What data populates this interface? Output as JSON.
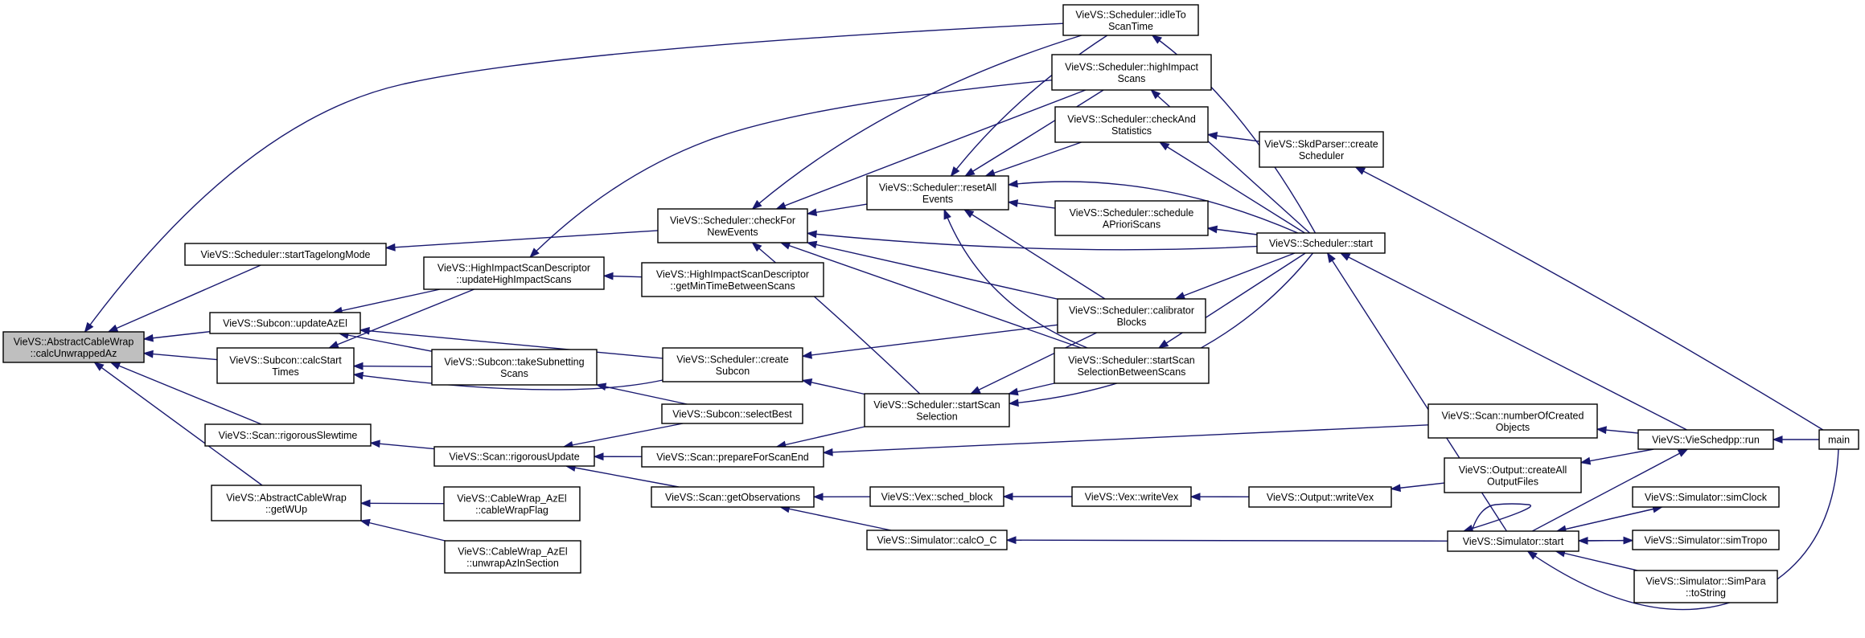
{
  "graph": {
    "kind": "call graph",
    "highlighted": "AbstractCableWrap_calcUnwrappedAz",
    "colors": {
      "edge": "#191970",
      "highlight_fill": "#bfbfbf",
      "node_fill": "#ffffff",
      "border": "#000000"
    },
    "nodes": {
      "AbstractCableWrap_calcUnwrappedAz": [
        "VieVS::AbstractCableWrap",
        "::calcUnwrappedAz"
      ],
      "Scheduler_idleToScanTime": [
        "VieVS::Scheduler::idleTo",
        "ScanTime"
      ],
      "Scheduler_startTagelongMode": [
        "VieVS::Scheduler::startTagelongMode"
      ],
      "Subcon_updateAzEl": [
        "VieVS::Subcon::updateAzEl"
      ],
      "Subcon_calcStartTimes": [
        "VieVS::Subcon::calcStart",
        "Times"
      ],
      "Scan_rigorousSlewtime": [
        "VieVS::Scan::rigorousSlewtime"
      ],
      "AbstractCableWrap_getWUp": [
        "VieVS::AbstractCableWrap",
        "::getWUp"
      ],
      "HighImpactScanDescriptor_updateHighImpactScans": [
        "VieVS::HighImpactScanDescriptor",
        "::updateHighImpactScans"
      ],
      "Subcon_takeSubnettingScans": [
        "VieVS::Subcon::takeSubnetting",
        "Scans"
      ],
      "Scan_rigorousUpdate": [
        "VieVS::Scan::rigorousUpdate"
      ],
      "CableWrap_AzEl_cableWrapFlag": [
        "VieVS::CableWrap_AzEl",
        "::cableWrapFlag"
      ],
      "CableWrap_AzEl_unwrapAzInSection": [
        "VieVS::CableWrap_AzEl",
        "::unwrapAzInSection"
      ],
      "Scheduler_checkForNewEvents": [
        "VieVS::Scheduler::checkFor",
        "NewEvents"
      ],
      "HighImpactScanDescriptor_getMinTimeBetweenScans": [
        "VieVS::HighImpactScanDescriptor",
        "::getMinTimeBetweenScans"
      ],
      "Scheduler_createSubcon": [
        "VieVS::Scheduler::create",
        "Subcon"
      ],
      "Subcon_selectBest": [
        "VieVS::Subcon::selectBest"
      ],
      "Scan_prepareForScanEnd": [
        "VieVS::Scan::prepareForScanEnd"
      ],
      "Scan_getObservations": [
        "VieVS::Scan::getObservations"
      ],
      "Scheduler_resetAllEvents": [
        "VieVS::Scheduler::resetAll",
        "Events"
      ],
      "Scheduler_startScanSelection": [
        "VieVS::Scheduler::startScan",
        "Selection"
      ],
      "Vex_sched_block": [
        "VieVS::Vex::sched_block"
      ],
      "Simulator_calcO_C": [
        "VieVS::Simulator::calcO_C"
      ],
      "Scheduler_highImpactScans": [
        "VieVS::Scheduler::highImpact",
        "Scans"
      ],
      "Scheduler_checkAndStatistics": [
        "VieVS::Scheduler::checkAnd",
        "Statistics"
      ],
      "Scheduler_scheduleAPrioriScans": [
        "VieVS::Scheduler::schedule",
        "APrioriScans"
      ],
      "Scheduler_calibratorBlocks": [
        "VieVS::Scheduler::calibrator",
        "Blocks"
      ],
      "Scheduler_startScanSelectionBetweenScans": [
        "VieVS::Scheduler::startScan",
        "SelectionBetweenScans"
      ],
      "Vex_writeVex": [
        "VieVS::Vex::writeVex"
      ],
      "SkdParser_createScheduler": [
        "VieVS::SkdParser::create",
        "Scheduler"
      ],
      "Scheduler_start": [
        "VieVS::Scheduler::start"
      ],
      "Output_writeVex": [
        "VieVS::Output::writeVex"
      ],
      "Scan_numberOfCreatedObjects": [
        "VieVS::Scan::numberOfCreated",
        "Objects"
      ],
      "Output_createAllOutputFiles": [
        "VieVS::Output::createAll",
        "OutputFiles"
      ],
      "Simulator_start": [
        "VieVS::Simulator::start"
      ],
      "VieSchedpp_run": [
        "VieVS::VieSchedpp::run"
      ],
      "Simulator_simClock": [
        "VieVS::Simulator::simClock"
      ],
      "Simulator_simTropo": [
        "VieVS::Simulator::simTropo"
      ],
      "Simulator_SimPara_toString": [
        "VieVS::Simulator::SimPara",
        "::toString"
      ],
      "main": [
        "main"
      ]
    },
    "edges": [
      [
        "Scheduler_idleToScanTime",
        "AbstractCableWrap_calcUnwrappedAz"
      ],
      [
        "Scheduler_startTagelongMode",
        "AbstractCableWrap_calcUnwrappedAz"
      ],
      [
        "Subcon_updateAzEl",
        "AbstractCableWrap_calcUnwrappedAz"
      ],
      [
        "Subcon_calcStartTimes",
        "AbstractCableWrap_calcUnwrappedAz"
      ],
      [
        "Scan_rigorousSlewtime",
        "AbstractCableWrap_calcUnwrappedAz"
      ],
      [
        "AbstractCableWrap_getWUp",
        "AbstractCableWrap_calcUnwrappedAz"
      ],
      [
        "Scheduler_checkForNewEvents",
        "Scheduler_startTagelongMode"
      ],
      [
        "HighImpactScanDescriptor_updateHighImpactScans",
        "Subcon_updateAzEl"
      ],
      [
        "Subcon_takeSubnettingScans",
        "Subcon_updateAzEl"
      ],
      [
        "Scheduler_createSubcon",
        "Subcon_updateAzEl"
      ],
      [
        "HighImpactScanDescriptor_updateHighImpactScans",
        "Subcon_calcStartTimes"
      ],
      [
        "Subcon_takeSubnettingScans",
        "Subcon_calcStartTimes"
      ],
      [
        "Scheduler_createSubcon",
        "Subcon_calcStartTimes"
      ],
      [
        "Scan_rigorousUpdate",
        "Scan_rigorousSlewtime"
      ],
      [
        "CableWrap_AzEl_cableWrapFlag",
        "AbstractCableWrap_getWUp"
      ],
      [
        "CableWrap_AzEl_unwrapAzInSection",
        "AbstractCableWrap_getWUp"
      ],
      [
        "HighImpactScanDescriptor_getMinTimeBetweenScans",
        "HighImpactScanDescriptor_updateHighImpactScans"
      ],
      [
        "Scheduler_highImpactScans",
        "HighImpactScanDescriptor_updateHighImpactScans"
      ],
      [
        "Subcon_selectBest",
        "Subcon_takeSubnettingScans"
      ],
      [
        "Subcon_selectBest",
        "Scan_rigorousUpdate"
      ],
      [
        "Scan_prepareForScanEnd",
        "Scan_rigorousUpdate"
      ],
      [
        "Scan_getObservations",
        "Scan_rigorousUpdate"
      ],
      [
        "Scheduler_resetAllEvents",
        "Scheduler_checkForNewEvents"
      ],
      [
        "Scheduler_idleToScanTime",
        "Scheduler_checkForNewEvents"
      ],
      [
        "Scheduler_highImpactScans",
        "Scheduler_checkForNewEvents"
      ],
      [
        "Scheduler_start",
        "Scheduler_checkForNewEvents"
      ],
      [
        "Scheduler_calibratorBlocks",
        "Scheduler_checkForNewEvents"
      ],
      [
        "Scheduler_startScanSelectionBetweenScans",
        "Scheduler_checkForNewEvents"
      ],
      [
        "Scheduler_startScanSelection",
        "Scheduler_checkForNewEvents"
      ],
      [
        "Scheduler_calibratorBlocks",
        "Scheduler_createSubcon"
      ],
      [
        "Scheduler_startScanSelection",
        "Scheduler_createSubcon"
      ],
      [
        "Scheduler_startScanSelection",
        "Scan_prepareForScanEnd"
      ],
      [
        "Scan_numberOfCreatedObjects",
        "Scan_prepareForScanEnd"
      ],
      [
        "Vex_sched_block",
        "Scan_getObservations"
      ],
      [
        "Simulator_calcO_C",
        "Scan_getObservations"
      ],
      [
        "Scheduler_idleToScanTime",
        "Scheduler_resetAllEvents"
      ],
      [
        "Scheduler_highImpactScans",
        "Scheduler_resetAllEvents"
      ],
      [
        "Scheduler_checkAndStatistics",
        "Scheduler_resetAllEvents"
      ],
      [
        "Scheduler_scheduleAPrioriScans",
        "Scheduler_resetAllEvents"
      ],
      [
        "Scheduler_start",
        "Scheduler_resetAllEvents"
      ],
      [
        "Scheduler_calibratorBlocks",
        "Scheduler_resetAllEvents"
      ],
      [
        "Scheduler_startScanSelectionBetweenScans",
        "Scheduler_resetAllEvents"
      ],
      [
        "Scheduler_calibratorBlocks",
        "Scheduler_startScanSelection"
      ],
      [
        "Scheduler_startScanSelectionBetweenScans",
        "Scheduler_startScanSelection"
      ],
      [
        "Scheduler_start",
        "Scheduler_startScanSelection"
      ],
      [
        "Vex_writeVex",
        "Vex_sched_block"
      ],
      [
        "Simulator_start",
        "Simulator_calcO_C"
      ],
      [
        "Scheduler_start",
        "Scheduler_idleToScanTime"
      ],
      [
        "Scheduler_start",
        "Scheduler_highImpactScans"
      ],
      [
        "Scheduler_start",
        "Scheduler_checkAndStatistics"
      ],
      [
        "SkdParser_createScheduler",
        "Scheduler_checkAndStatistics"
      ],
      [
        "Scheduler_start",
        "Scheduler_scheduleAPrioriScans"
      ],
      [
        "Scheduler_start",
        "Scheduler_calibratorBlocks"
      ],
      [
        "Scheduler_start",
        "Scheduler_startScanSelectionBetweenScans"
      ],
      [
        "Output_writeVex",
        "Vex_writeVex"
      ],
      [
        "main",
        "SkdParser_createScheduler"
      ],
      [
        "VieSchedpp_run",
        "Scheduler_start"
      ],
      [
        "Simulator_start",
        "Scheduler_start"
      ],
      [
        "Output_createAllOutputFiles",
        "Output_writeVex"
      ],
      [
        "VieSchedpp_run",
        "Scan_numberOfCreatedObjects"
      ],
      [
        "VieSchedpp_run",
        "Output_createAllOutputFiles"
      ],
      [
        "Simulator_start",
        "Simulator_start"
      ],
      [
        "Simulator_simClock",
        "Simulator_start"
      ],
      [
        "Simulator_simTropo",
        "Simulator_start"
      ],
      [
        "Simulator_SimPara_toString",
        "Simulator_start"
      ],
      [
        "main",
        "Simulator_start"
      ],
      [
        "Simulator_start",
        "VieSchedpp_run"
      ],
      [
        "Simulator_start",
        "Simulator_simClock"
      ],
      [
        "Simulator_start",
        "Simulator_simTropo"
      ],
      [
        "main",
        "VieSchedpp_run"
      ]
    ]
  }
}
